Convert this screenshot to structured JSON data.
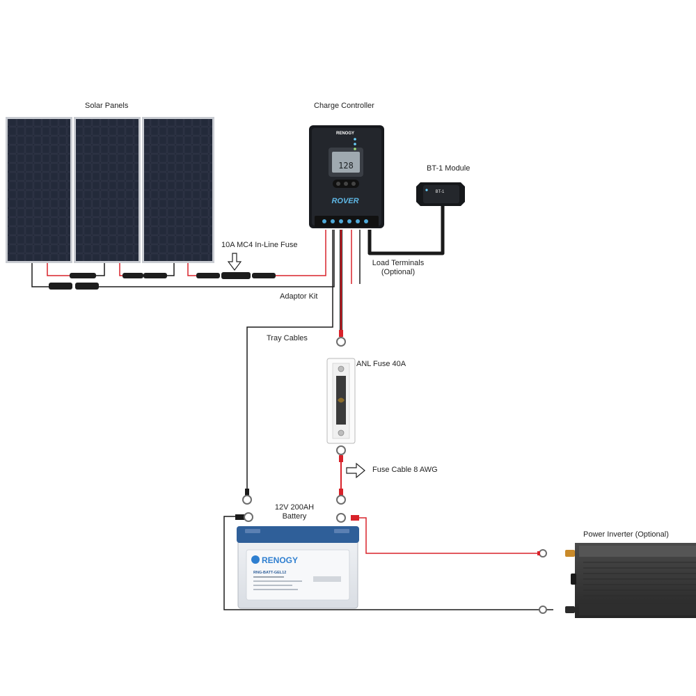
{
  "labels": {
    "solar_panels": "Solar Panels",
    "charge_controller": "Charge Controller",
    "bt1_module": "BT-1 Module",
    "inline_fuse": "10A MC4 In-Line Fuse",
    "load_terminals_line1": "Load Terminals",
    "load_terminals_line2": "(Optional)",
    "adaptor_kit": "Adaptor Kit",
    "tray_cables": "Tray Cables",
    "anl_fuse": "ANL Fuse 40A",
    "fuse_cable": "Fuse Cable 8 AWG",
    "battery_line1": "12V 200AH",
    "battery_line2": "Battery",
    "power_inverter": "Power Inverter (Optional)"
  },
  "devices": {
    "controller_brand": "RENOGY",
    "controller_model": "ROVER",
    "controller_display": "128",
    "bt1_text": "BT-1",
    "battery_brand": "RENOGY",
    "battery_model": "RNG-BATT-GEL12"
  },
  "colors": {
    "positive_wire": "#d8222a",
    "negative_wire": "#1a1a1a",
    "panel_cell": "#1c2230",
    "panel_frame": "#c9ccd2",
    "battery_body": "#e8eaee",
    "battery_lid": "#2f5f99",
    "inverter_body": "#3a3a3a"
  }
}
